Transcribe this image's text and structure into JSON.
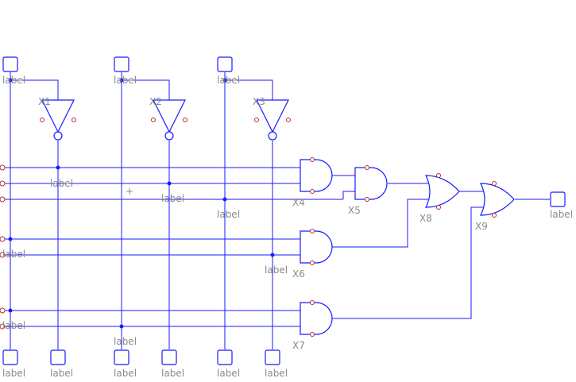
{
  "net_label": "label",
  "gate_names": [
    "X1",
    "X2",
    "X3",
    "X4",
    "X5",
    "X6",
    "X7",
    "X8",
    "X9"
  ],
  "marker_plus": "+",
  "colors": {
    "wire": "#1a1aff",
    "terminal": "#b03030",
    "label": "#8a8a8a"
  }
}
